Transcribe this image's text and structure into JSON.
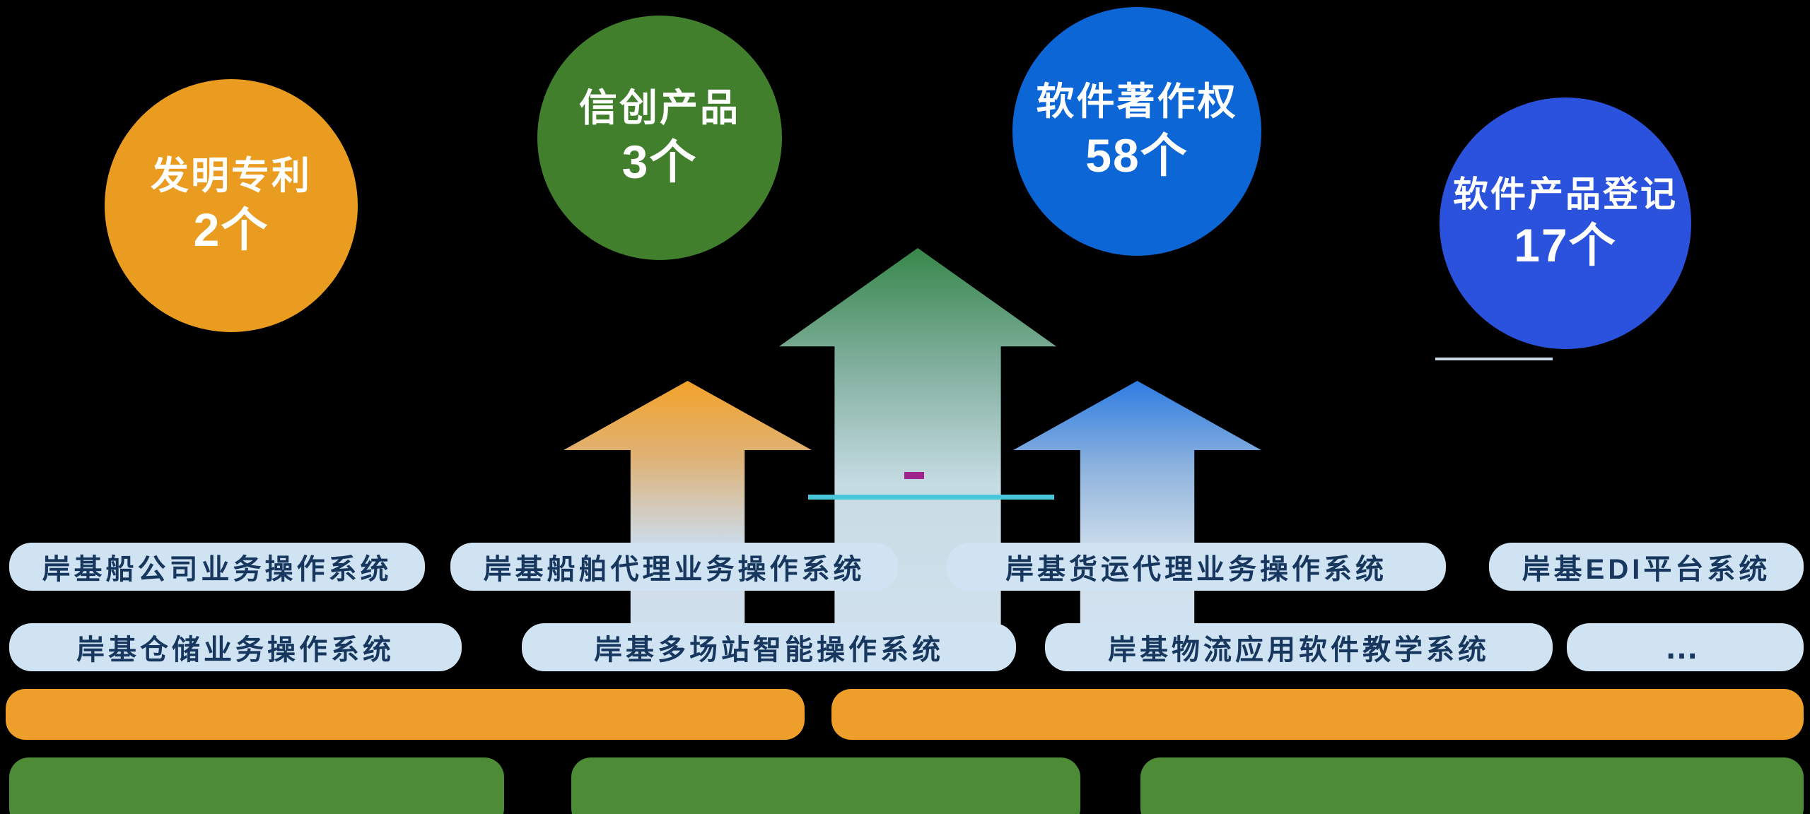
{
  "page": {
    "background": "#000000"
  },
  "badges": [
    {
      "name": "invention-patents",
      "title": "发明专利",
      "count": "2个",
      "color": "#ea9c20"
    },
    {
      "name": "xinchuang-products",
      "title": "信创产品",
      "count": "3个",
      "color": "#417f2d"
    },
    {
      "name": "software-copyrights",
      "title": "软件著作权",
      "count": "58个",
      "color": "#0c66d6"
    },
    {
      "name": "software-product-registrations",
      "title": "软件产品登记",
      "count": "17个",
      "color": "#2a52dd"
    }
  ],
  "arrows": [
    {
      "name": "orange-up-arrow",
      "color": "#f3a22a"
    },
    {
      "name": "green-up-arrow",
      "color": "#37874a"
    },
    {
      "name": "blue-up-arrow",
      "color": "#2f7ce2"
    }
  ],
  "systems": {
    "pill_color": "#cfe3f3",
    "text_color": "#17375e",
    "row1": [
      {
        "label": "岸基船公司业务操作系统"
      },
      {
        "label": "岸基船舶代理业务操作系统"
      },
      {
        "label": "岸基货运代理业务操作系统"
      },
      {
        "label": "岸基EDI平台系统"
      }
    ],
    "row2": [
      {
        "label": "岸基仓储业务操作系统"
      },
      {
        "label": "岸基多场站智能操作系统"
      },
      {
        "label": "岸基物流应用软件教学系统"
      },
      {
        "label": "…"
      }
    ]
  },
  "platform_bars": {
    "orange_color": "#ee9e2a",
    "green_color": "#4d8b37",
    "orange_count": 2,
    "green_count": 3
  }
}
